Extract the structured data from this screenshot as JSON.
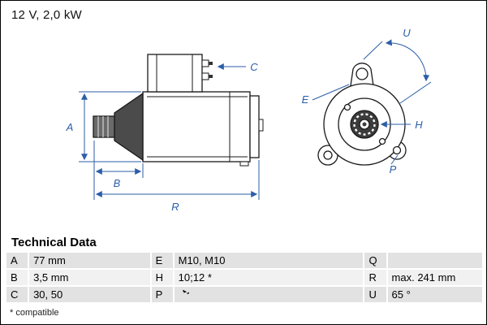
{
  "header": {
    "title": "12 V, 2,0 kW"
  },
  "drawing": {
    "dimension_color": "#2b5ea7",
    "labels": {
      "A": "A",
      "B": "B",
      "C": "C",
      "R": "R",
      "E": "E",
      "H": "H",
      "P": "P",
      "U": "U"
    }
  },
  "technical_data": {
    "heading": "Technical Data",
    "rows": [
      [
        {
          "key": "A",
          "value": "77 mm"
        },
        {
          "key": "E",
          "value": "M10, M10"
        },
        {
          "key": "Q",
          "value": ""
        }
      ],
      [
        {
          "key": "B",
          "value": "3,5 mm"
        },
        {
          "key": "H",
          "value": "10;12 *"
        },
        {
          "key": "R",
          "value": "max. 241 mm"
        }
      ],
      [
        {
          "key": "C",
          "value": "30, 50"
        },
        {
          "key": "P",
          "value": "",
          "icon": "clockwise-rotation-icon"
        },
        {
          "key": "U",
          "value": "65 °"
        }
      ]
    ],
    "footnote": "* compatible"
  }
}
